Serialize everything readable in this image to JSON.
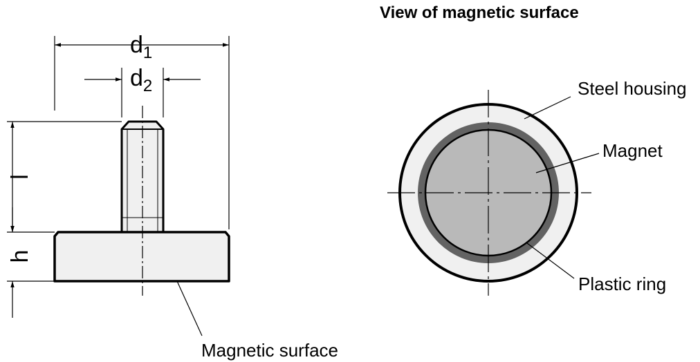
{
  "title": "View of magnetic surface",
  "dimensions": {
    "d1": {
      "main": "d",
      "sub": "1"
    },
    "d2": {
      "main": "d",
      "sub": "2"
    },
    "l": "l",
    "h": "h"
  },
  "callouts": {
    "magnetic_surface": "Magnetic surface",
    "steel_housing": "Steel housing",
    "magnet": "Magnet",
    "plastic_ring": "Plastic ring"
  },
  "colors": {
    "line": "#000000",
    "housing_fill": "#f0f0f0",
    "magnet_fill": "#b9b9b9",
    "ring_fill": "#636363"
  }
}
